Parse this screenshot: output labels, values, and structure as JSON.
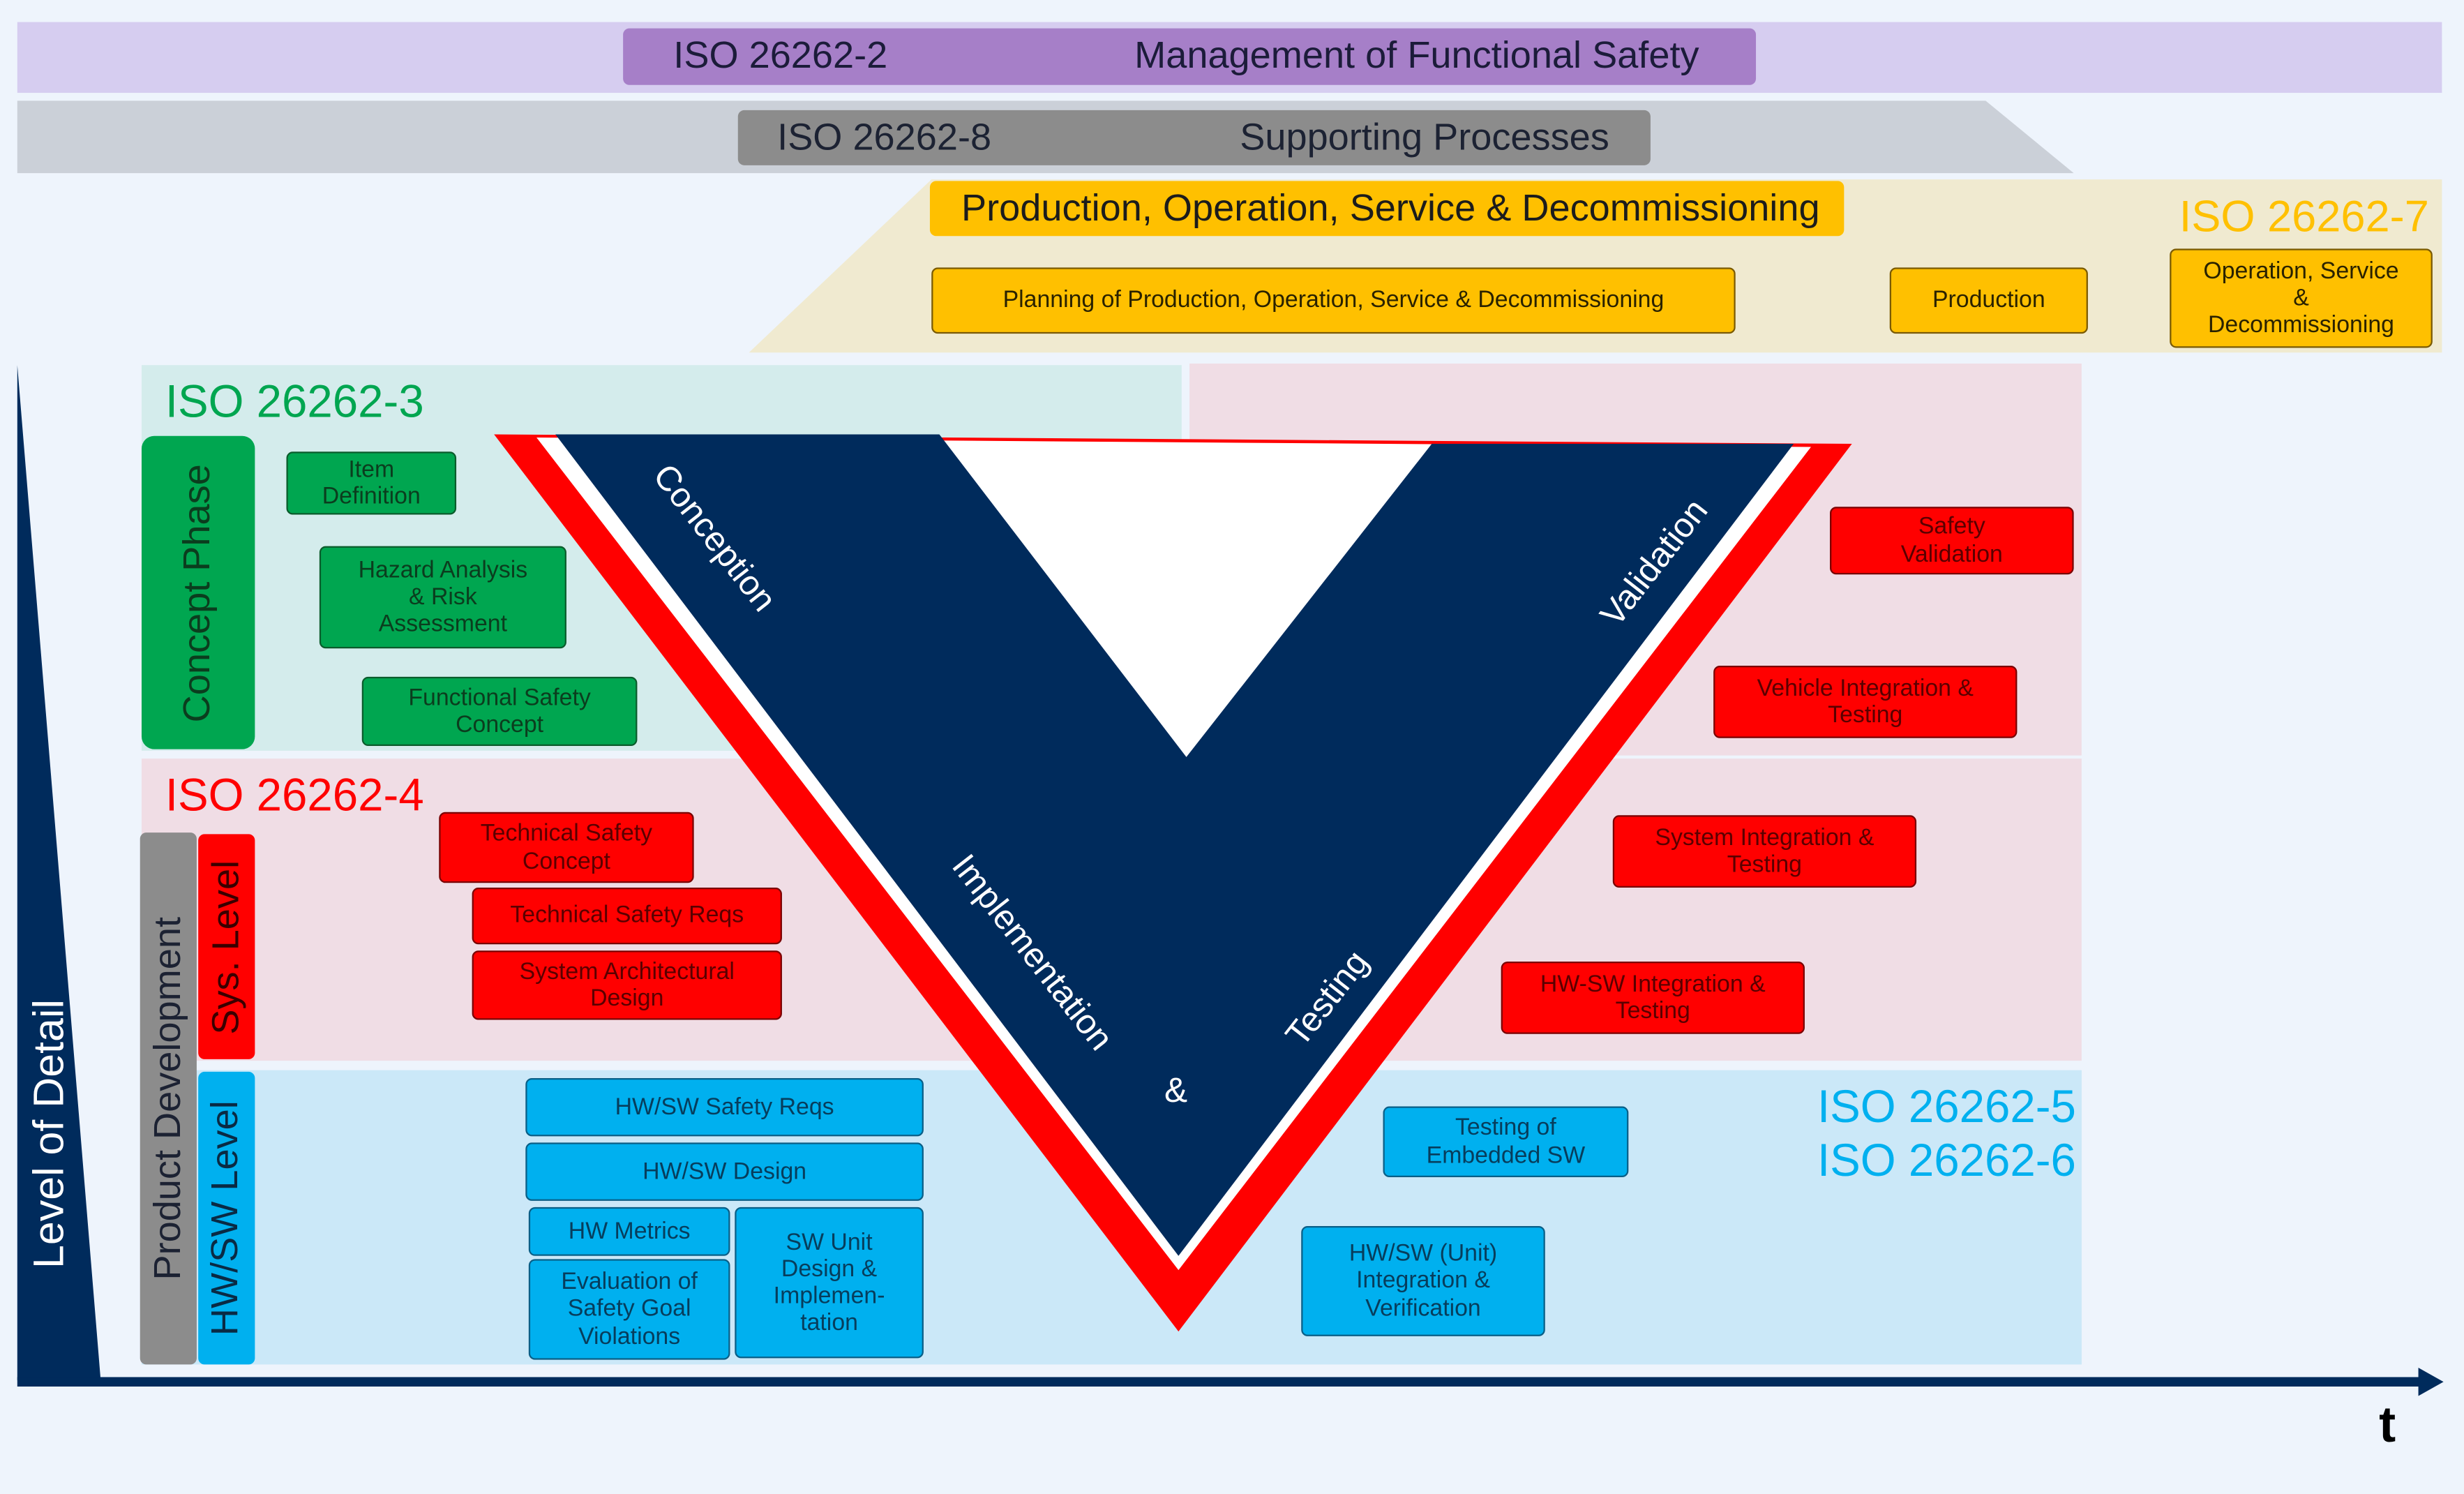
{
  "bands": {
    "management": {
      "part": "ISO 26262-2",
      "title": "Management of Functional Safety"
    },
    "supporting": {
      "part": "ISO 26262-8",
      "title": "Supporting Processes"
    },
    "production": {
      "part": "ISO 26262-7",
      "title": "Production, Operation, Service & Decommissioning",
      "boxes": [
        "Planning of Production, Operation, Service & Decommissioning",
        "Production",
        "Operation, Service\n&\nDecommissioning"
      ]
    }
  },
  "concept": {
    "part": "ISO 26262-3",
    "phase_label": "Concept Phase",
    "boxes": [
      "Item\nDefinition",
      "Hazard Analysis\n& Risk\nAssessment",
      "Functional Safety\nConcept"
    ]
  },
  "system": {
    "part": "ISO 26262-4",
    "development_label": "Product Development",
    "sys_label": "Sys. Level",
    "left_boxes": [
      "Technical Safety\nConcept",
      "Technical Safety Reqs",
      "System Architectural\nDesign"
    ],
    "right_boxes": [
      "Safety\nValidation",
      "Vehicle Integration &\nTesting",
      "System Integration &\nTesting",
      "HW-SW Integration &\nTesting"
    ]
  },
  "hwsw": {
    "parts": [
      "ISO 26262-5",
      "ISO 26262-6"
    ],
    "level_label": "HW/SW Level",
    "left_boxes": [
      "HW/SW Safety Reqs",
      "HW/SW Design",
      "HW Metrics",
      "Evaluation of\nSafety Goal\nViolations",
      "SW Unit\nDesign &\nImplemen-\ntation"
    ],
    "right_boxes": [
      "Testing of\nEmbedded SW",
      "HW/SW (Unit)\nIntegration &\nVerification"
    ]
  },
  "v_model": {
    "conception": "Conception",
    "validation": "Validation",
    "implementation": "Implementation",
    "ampersand": "&",
    "testing": "Testing"
  },
  "axes": {
    "y_label": "Level of Detail",
    "x_label": "t"
  },
  "colors": {
    "purple": "#a67fc8",
    "gray": "#8c8c8c",
    "yellow": "#ffc000",
    "green": "#00a650",
    "red": "#ff0000",
    "blue": "#00b0ef",
    "navy": "#002b5c"
  }
}
